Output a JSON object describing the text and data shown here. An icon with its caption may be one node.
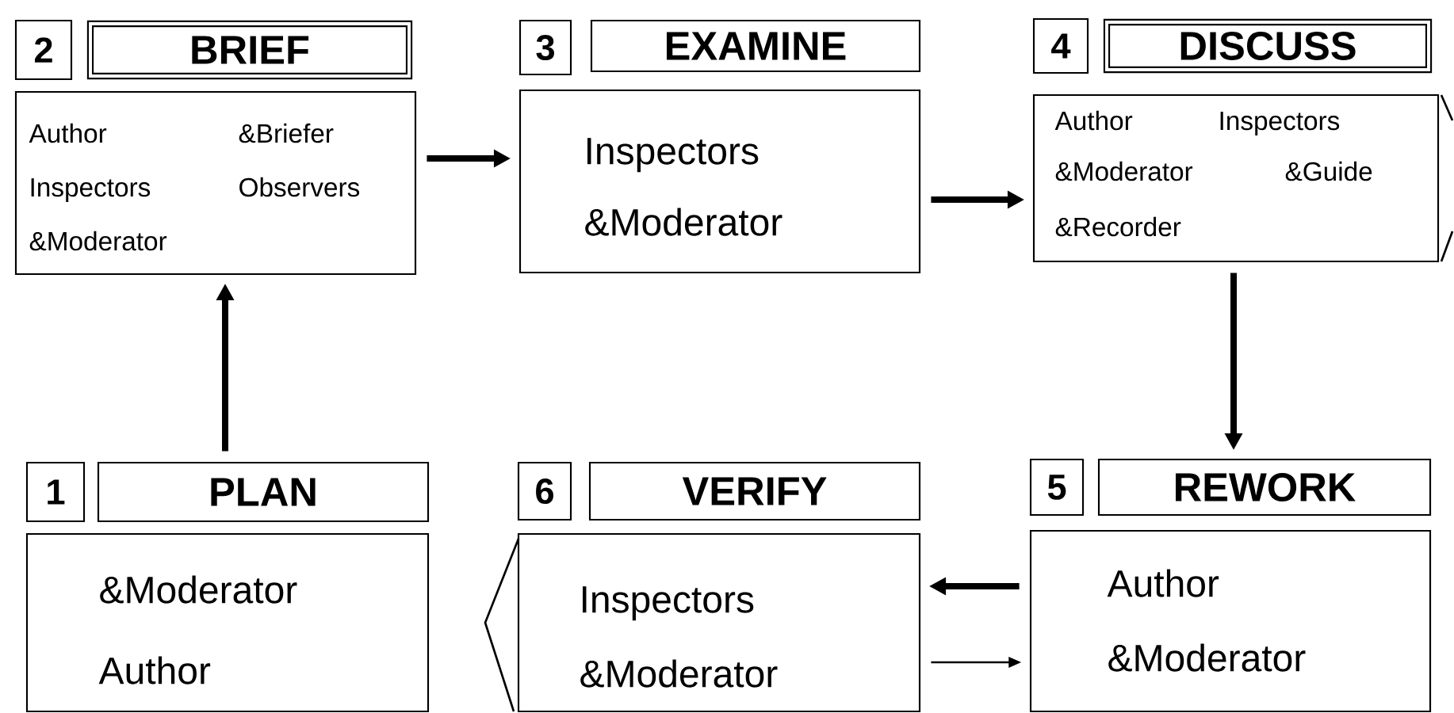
{
  "diagram": {
    "nodes": [
      {
        "text": [
          "2"
        ]
      },
      {
        "text": [
          "BRIEF"
        ]
      },
      {
        "text": [
          "Author",
          "&Briefer",
          "Inspectors",
          "Observers",
          "&Moderator"
        ]
      },
      {
        "text": [
          "3"
        ]
      },
      {
        "text": [
          "EXAMINE"
        ]
      },
      {
        "text": [
          "Inspectors",
          "&Moderator"
        ]
      },
      {
        "text": [
          "4"
        ]
      },
      {
        "text": [
          "DISCUSS"
        ]
      },
      {
        "text": [
          "Author",
          "Inspectors",
          "&Moderator",
          "&Guide",
          "&Recorder"
        ]
      },
      {
        "text": [
          "1"
        ]
      },
      {
        "text": [
          "PLAN"
        ]
      },
      {
        "text": [
          "&Moderator",
          "Author"
        ]
      },
      {
        "text": [
          "6"
        ]
      },
      {
        "text": [
          "VERIFY"
        ]
      },
      {
        "text": [
          "Inspectors",
          "&Moderator"
        ]
      },
      {
        "text": [
          "5"
        ]
      },
      {
        "text": [
          "REWORK"
        ]
      },
      {
        "text": [
          "Author",
          "&Moderator"
        ]
      }
    ],
    "edges": [
      {
        "from": 10,
        "to": 2,
        "arrow": "to"
      },
      {
        "from": 2,
        "to": 5,
        "arrow": "to"
      },
      {
        "from": 5,
        "to": 8,
        "arrow": "to"
      },
      {
        "from": 8,
        "to": 16,
        "arrow": "to"
      },
      {
        "from": 17,
        "to": 14,
        "arrow": "to"
      },
      {
        "from": 14,
        "to": 17,
        "arrow": "to"
      }
    ]
  }
}
